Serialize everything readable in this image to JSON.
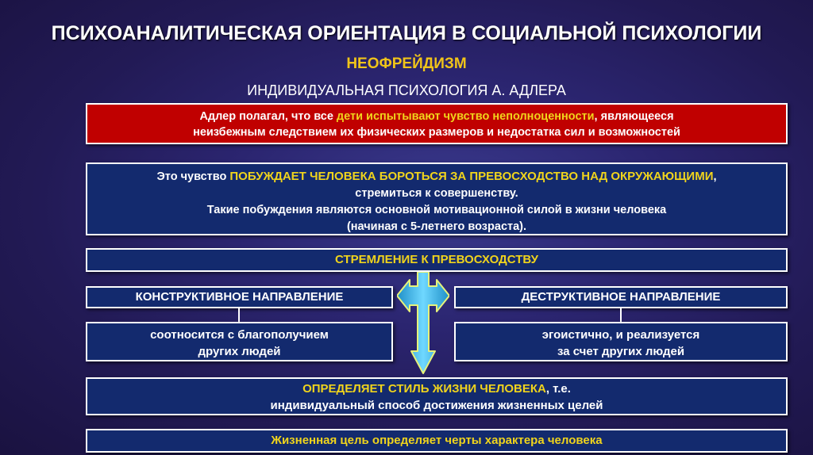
{
  "title": "ПСИХОАНАЛИТИЧЕСКАЯ ОРИЕНТАЦИЯ В СОЦИАЛЬНОЙ ПСИХОЛОГИИ",
  "subtitle": "НЕОФРЕЙДИЗМ",
  "subtitle2": "ИНДИВИДУАЛЬНАЯ ПСИХОЛОГИЯ А. АДЛЕРА",
  "adler": {
    "part1": "Адлер полагал, что все ",
    "highlight": "дети испытывают чувство неполноценности",
    "part2": ", являющееся",
    "line2": "неизбежным следствием их физических размеров и недостатка сил и возможностей"
  },
  "feeling": {
    "part1": "Это чувство ",
    "highlight": "ПОБУЖДАЕТ ЧЕЛОВЕКА БОРОТЬСЯ ЗА ПРЕВОСХОДСТВО НАД ОКРУЖАЮЩИМИ",
    "part2": ",",
    "line2": "стремиться к совершенству.",
    "line3": "Такие побуждения являются основной мотивационной силой в жизни человека",
    "line4": "(начиная с 5-летнего возраста)."
  },
  "striving": "СТРЕМЛЕНИЕ К ПРЕВОСХОДСТВУ",
  "constructive": {
    "label": "КОНСТРУКТИВНОЕ НАПРАВЛЕНИЕ",
    "line1": "соотносится с благополучием",
    "line2": "других людей"
  },
  "destructive": {
    "label": "ДЕСТРУКТИВНОЕ НАПРАВЛЕНИЕ",
    "line1": "эгоистично, и реализуется",
    "line2": "за счет других людей"
  },
  "lifestyle": {
    "highlight": "ОПРЕДЕЛЯЕТ СТИЛЬ ЖИЗНИ ЧЕЛОВЕКА",
    "part2": ", т.е.",
    "line2": "индивидуальный способ достижения жизненных целей"
  },
  "goal": "Жизненная цель определяет черты характера человека",
  "colors": {
    "accent": "#f0d41c",
    "red_box": "#c00000",
    "navy_box": "#132a6e",
    "arrow": "#3fb8e8"
  },
  "icons": {
    "arrow": "double-arrow-icon"
  }
}
